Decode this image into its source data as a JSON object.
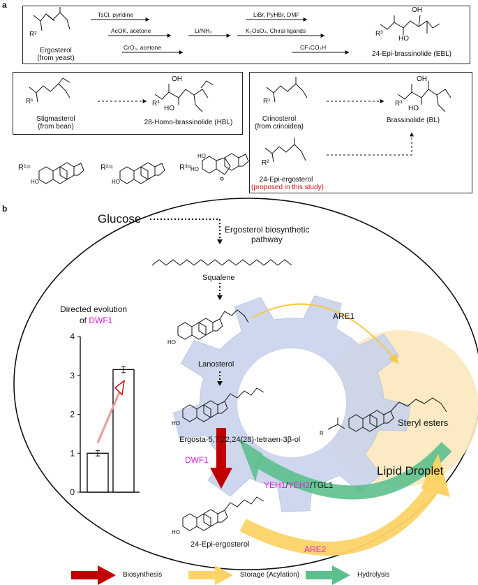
{
  "panel_a": {
    "label": "a",
    "top_box": {
      "reagents": [
        "TsCl, pyridine",
        "AcOK, acetone",
        "CrO₃, acetone",
        "Li/NH₃",
        "LiBr, PyHBr, DMF",
        "K₂OsO₄, Chiral ligands",
        "CF₃CO₃H"
      ],
      "start_name": "Ergosterol",
      "start_source": "(from yeast)",
      "start_r": "R²",
      "product_name": "24-Epi-brassinolide (EBL)",
      "product_r": "R³",
      "oh": "OH",
      "ho": "HO"
    },
    "mid_left_box": {
      "start_name": "Stigmasterol",
      "start_source": "(from bean)",
      "start_r": "R¹",
      "product_name": "28-Homo-brassinolide (HBL)",
      "product_r": "R³",
      "oh": "OH",
      "ho": "HO"
    },
    "mid_right_box": {
      "start_name": "Crinosterol",
      "start_source": "(from crinoidea)",
      "start_r": "R¹",
      "second_name": "24-Epi-ergosterol",
      "second_note": "(proposed in this study)",
      "second_r": "R²",
      "product_name": "Brassinolide (BL)",
      "product_r": "R³",
      "oh": "OH",
      "ho": "HO"
    },
    "r_groups": [
      {
        "label": "R¹=",
        "ho": "HO"
      },
      {
        "label": "R²=",
        "ho": "HO"
      },
      {
        "label": "R³=",
        "ho": "HO",
        "ho2": "HO"
      }
    ]
  },
  "panel_b": {
    "label": "b",
    "glucose": "Glucose",
    "pathway_line1": "Ergosterol biosynthetic",
    "pathway_line2": "pathway",
    "squalene": "Squalene",
    "lanosterol": "Lanosterol",
    "ho": "HO",
    "tetraen": "Ergosta-5,7,22,24(28)-tetraen-3β-ol",
    "dwf1": "DWF1",
    "epi_ergosterol": "24-Epi-ergosterol",
    "are1": "ARE1",
    "are2": "ARE2",
    "yeh1": "YEH1",
    "yeh2": "YEH2",
    "tgl1": "TGL1",
    "slash": "/",
    "steryl_esters": "Steryl esters",
    "r_label": "R",
    "lipid_droplet": "Lipid Droplet",
    "directed_line1": "Directed evolution",
    "directed_line2_prefix": "of ",
    "directed_line2_gene": "DWF1"
  },
  "chart_data": {
    "type": "bar",
    "categories": [
      "",
      ""
    ],
    "values": [
      1.0,
      3.15
    ],
    "errors": [
      0.07,
      0.08
    ],
    "ylim": [
      0,
      4
    ],
    "yticks": [
      "0",
      "1",
      "2",
      "3",
      "4"
    ],
    "title": "Directed evolution of DWF1",
    "xlabel": "",
    "ylabel": ""
  },
  "legend": [
    {
      "label": "Biosynthesis",
      "color": "#c00000"
    },
    {
      "label": "Storage (Acylation)",
      "color": "#fcd366"
    },
    {
      "label": "Hydrolysis",
      "color": "#5cc08d"
    }
  ],
  "colors": {
    "magenta": "#e020e0",
    "red": "#d01010",
    "gear": "#c9d3ec",
    "droplet": "#fbe8bd",
    "biosynthesis": "#c00000",
    "storage": "#fcd366",
    "hydrolysis": "#5cc08d"
  }
}
